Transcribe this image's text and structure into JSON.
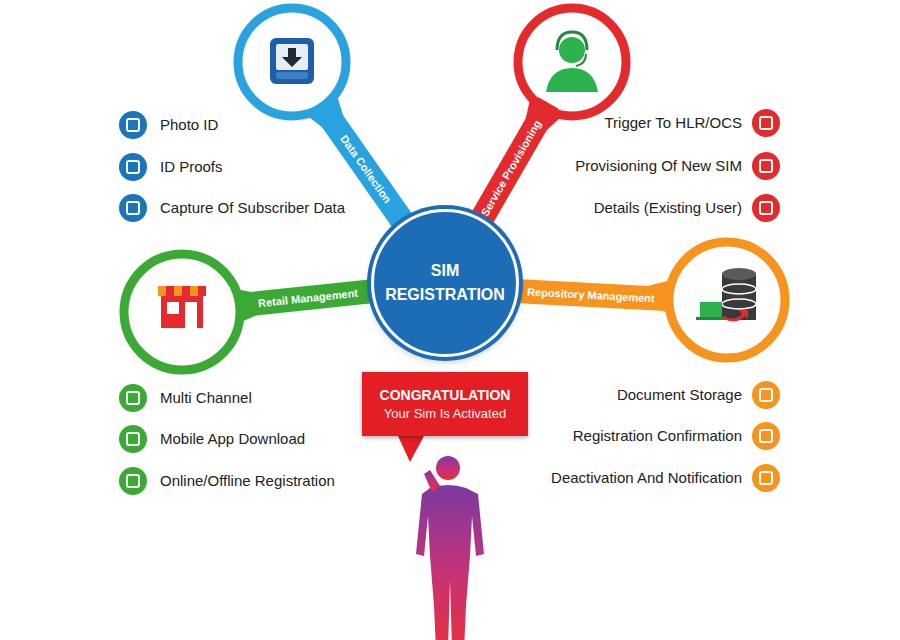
{
  "diagram": {
    "nodes": [
      {
        "text": [
          "Data Collection"
        ]
      },
      {
        "text": [
          "Service Provisioning"
        ]
      },
      {
        "text": [
          "Retail Management"
        ]
      },
      {
        "text": [
          "SIM REGISTRATION"
        ]
      },
      {
        "text": [
          "Repository Management"
        ]
      },
      {
        "text": [
          "CONGRATULATION",
          "Your Sim Is Activated"
        ]
      }
    ],
    "labels": [
      "Photo ID",
      "ID Proofs",
      "Capture Of Subscriber Data",
      "Trigger To HLR/OCS",
      "Provisioning Of New SIM",
      "Details (Existing User)",
      "Multi Channel",
      "Mobile App Download",
      "Online/Offline Registration",
      "Document Storage",
      "Registration Confirmation",
      "Deactivation And Notification"
    ]
  }
}
